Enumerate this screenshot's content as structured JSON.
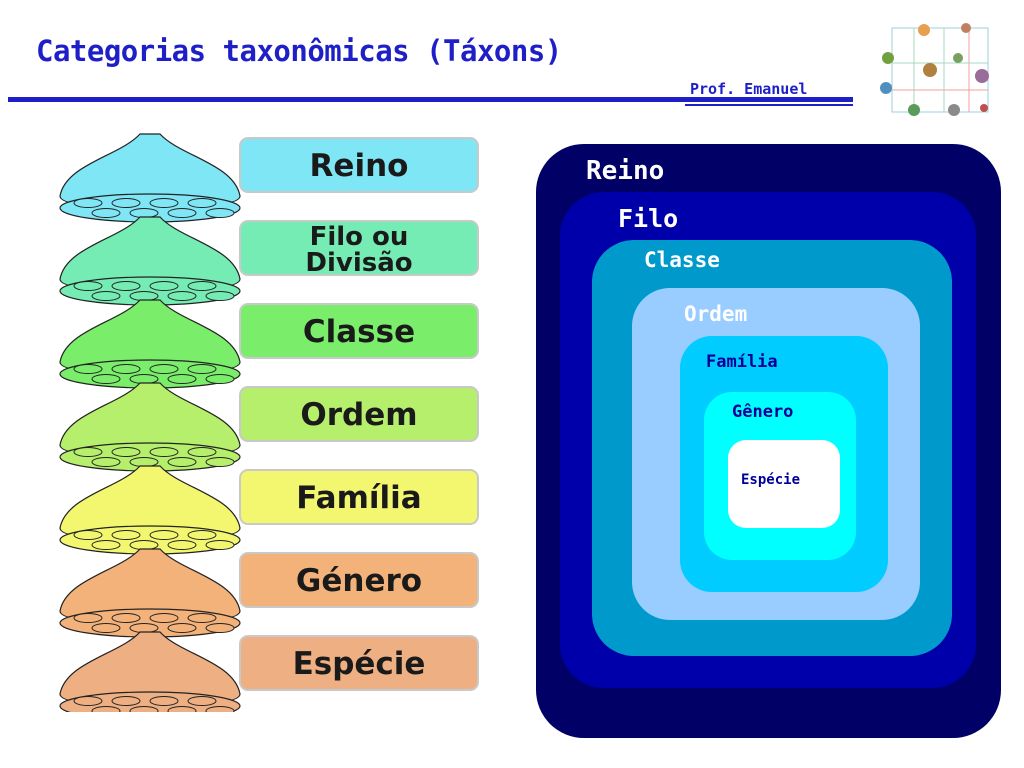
{
  "header": {
    "title": "Categorias taxonômicas (Táxons)",
    "author": "Prof. Emanuel",
    "accent_color": "#1f1fc8"
  },
  "left_stack": {
    "levels": [
      {
        "label": "Reino",
        "color": "#7fe6f5",
        "dark": "#3bb6c9"
      },
      {
        "label": "Filo ou Divisão",
        "lines": [
          "Filo ou",
          "Divisão"
        ],
        "color": "#74ecb4",
        "dark": "#33b57a"
      },
      {
        "label": "Classe",
        "color": "#7aee6a",
        "dark": "#3dbb2f"
      },
      {
        "label": "Ordem",
        "color": "#b5ef6c",
        "dark": "#7dbb33"
      },
      {
        "label": "Família",
        "color": "#f3f76f",
        "dark": "#c3c633"
      },
      {
        "label": "Género",
        "color": "#f4b27b",
        "dark": "#c77b3f"
      },
      {
        "label": "Espécie",
        "color": "#eeaf83",
        "dark": "#bf7a4a"
      }
    ]
  },
  "right_nest": {
    "levels": [
      {
        "label": "Reino",
        "fill": "#000066",
        "text": "#ffffff"
      },
      {
        "label": "Filo",
        "fill": "#0000aa",
        "text": "#ffffff"
      },
      {
        "label": "Classe",
        "fill": "#0099cc",
        "text": "#ffffff"
      },
      {
        "label": "Ordem",
        "fill": "#99ccff",
        "text": "#ffffff"
      },
      {
        "label": "Família",
        "fill": "#00ccff",
        "text": "#000099"
      },
      {
        "label": "Gênero",
        "fill": "#00ffff",
        "text": "#000099"
      },
      {
        "label": "Espécie",
        "fill": "#ffffff",
        "text": "#000099"
      }
    ]
  },
  "thumbnail": {
    "icon": "taxonomy-diagram-thumbnail-icon"
  }
}
